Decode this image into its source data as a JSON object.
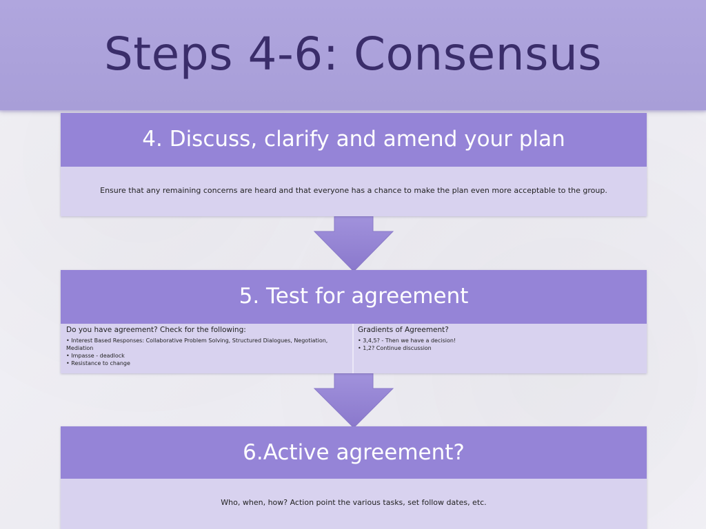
{
  "title": "Steps 4-6: Consensus",
  "colors": {
    "title_band": "#a89ed8",
    "title_text": "#3a2d6a",
    "header_fill": "#9584d7",
    "body_fill": "#d8d2ef",
    "arrow_fill": "#9584d7"
  },
  "step4": {
    "header": "4. Discuss, clarify and amend your plan",
    "body": "Ensure that any remaining concerns are heard and that everyone has a chance to make the plan even more acceptable to the group."
  },
  "step5": {
    "header": "5. Test for agreement",
    "left": {
      "heading": "Do you have agreement? Check for the following:",
      "items": [
        "Interest Based Responses: Collaborative Problem Solving, Structured Dialogues, Negotiation, Mediation",
        "Impasse - deadlock",
        "Resistance to change"
      ]
    },
    "right": {
      "heading": "Gradients of Agreement?",
      "items": [
        "3,4,5? - Then we have a decision!",
        "1,2?  Continue discussion"
      ]
    }
  },
  "step6": {
    "header": "6.Active agreement?",
    "body": "Who, when, how? Action point the various tasks, set follow dates, etc."
  },
  "icons": {
    "arrow1": "down-arrow",
    "arrow2": "down-arrow"
  }
}
